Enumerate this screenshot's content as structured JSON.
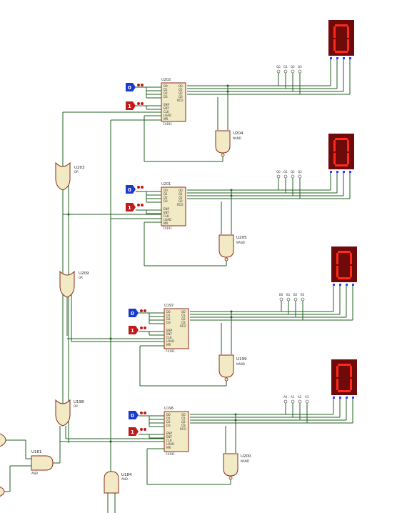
{
  "counters": [
    {
      "name": "U202",
      "desc": "74191",
      "inputs": [
        "D0",
        "D1",
        "D2",
        "D3"
      ],
      "ctrl": [
        "ENP",
        "ENT",
        "CLK",
        "LOAD",
        "MR"
      ],
      "outs": [
        "Q0",
        "Q1",
        "Q2",
        "Q3",
        "RCO"
      ],
      "probe_top": "0",
      "probe_bot": "1",
      "probe_labels": [
        "Q0",
        "Q1",
        "Q2",
        "Q3"
      ]
    },
    {
      "name": "U201",
      "desc": "74191",
      "inputs": [
        "D0",
        "D1",
        "D2",
        "D3"
      ],
      "ctrl": [
        "ENP",
        "ENT",
        "CLK",
        "LOAD",
        "MR"
      ],
      "outs": [
        "Q0",
        "Q1",
        "Q2",
        "Q3",
        "RCO"
      ],
      "probe_top": "0",
      "probe_bot": "1",
      "probe_labels": [
        "Q0",
        "Q1",
        "Q2",
        "Q3"
      ]
    },
    {
      "name": "U197",
      "desc": "74191",
      "inputs": [
        "D0",
        "D1",
        "D2",
        "D3"
      ],
      "ctrl": [
        "ENP",
        "ENT",
        "CLK",
        "LOAD",
        "MR"
      ],
      "outs": [
        "Q0",
        "Q1",
        "Q2",
        "Q3",
        "RCO"
      ],
      "probe_top": "0",
      "probe_bot": "1",
      "probe_labels": [
        "B0",
        "B1",
        "B2",
        "B3"
      ]
    },
    {
      "name": "U196",
      "desc": "74191",
      "inputs": [
        "D0",
        "D1",
        "D2",
        "D3"
      ],
      "ctrl": [
        "ENP",
        "ENT",
        "CLK",
        "LOAD",
        "MR"
      ],
      "outs": [
        "Q0",
        "Q1",
        "Q2",
        "Q3",
        "RCO"
      ],
      "probe_top": "0",
      "probe_bot": "1",
      "probe_labels": [
        "A0",
        "A1",
        "A2",
        "A3"
      ]
    }
  ],
  "nand_gates": [
    {
      "name": "U204",
      "type": "NAND"
    },
    {
      "name": "U205",
      "type": "NAND"
    },
    {
      "name": "U199",
      "type": "NAND"
    },
    {
      "name": "U200",
      "type": "NAND"
    }
  ],
  "or_gates": [
    {
      "name": "U203",
      "type": "OR"
    },
    {
      "name": "U209",
      "type": "OR"
    },
    {
      "name": "U198",
      "type": "OR"
    }
  ],
  "and_gates": [
    {
      "name": "U161",
      "type": "AND"
    },
    {
      "name": "U184",
      "type": "AND"
    }
  ],
  "display_digit": "0",
  "colors": {
    "wire": "#1f5f1f",
    "chip": "#f2eac4",
    "segment_on": "#ff2a1a",
    "probe_0": "#1a3acc",
    "probe_1": "#c01a1a"
  }
}
